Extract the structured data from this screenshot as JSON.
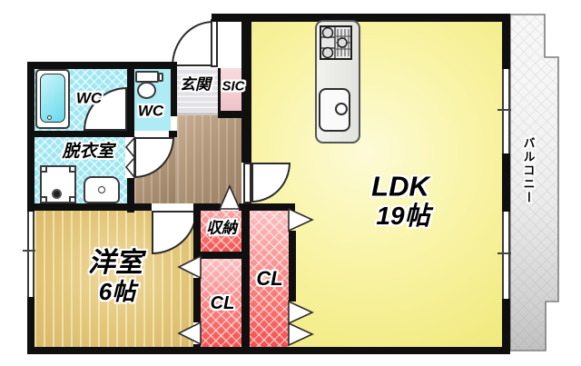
{
  "plan": {
    "title": "apartment-floorplan",
    "rooms": {
      "bath": {
        "label": "WC"
      },
      "toilet": {
        "label": "WC"
      },
      "dressing": {
        "label": "脱衣室"
      },
      "entrance": {
        "label": "玄関"
      },
      "shoe_closet": {
        "label": "SIC"
      },
      "ldk": {
        "label": "LDK",
        "size": "19帖"
      },
      "western": {
        "label": "洋室",
        "size": "6帖"
      },
      "storage": {
        "label": "収納"
      },
      "closet_left": {
        "label": "CL"
      },
      "closet_right": {
        "label": "CL"
      },
      "balcony": {
        "label": "バルコニー"
      }
    },
    "colors": {
      "wall": "#0f0f0f",
      "water_cyan": "#9fe7f2",
      "ldk_yellow": "#f6ef8e",
      "western_tan": "#e3c77d",
      "closet_red": "#f4524f",
      "sic_pink": "#f3ccd2",
      "hall_wood": "#b0967a",
      "balcony_gray": "#dddddd"
    }
  }
}
